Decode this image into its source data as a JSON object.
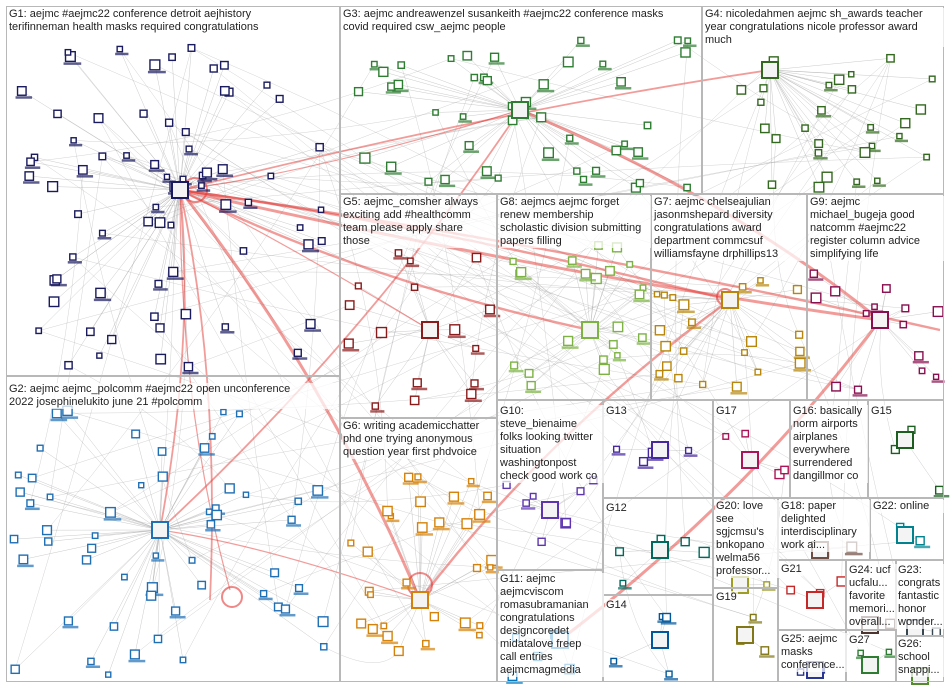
{
  "graph": {
    "colors": {
      "G1": "#1a1a5e",
      "G2": "#1f6fb5",
      "G3": "#2e7d32",
      "G4": "#33691e",
      "G5": "#8b1a1a",
      "G6": "#d4820a",
      "G7": "#b8860b",
      "G8": "#7cb342",
      "G9": "#880e4f",
      "G10": "#5e35b1",
      "G11": "#0277bd",
      "G12": "#00695c",
      "G13": "#4527a0",
      "G14": "#01579b",
      "G15": "#1b5e20",
      "G16": "#e65100",
      "G17": "#ad1457",
      "G18": "#6d4c41",
      "G19": "#827717",
      "G20": "#9e9d24",
      "G21": "#c62828",
      "G22": "#00838f",
      "G23": "#37474f",
      "G24": "#4e342e",
      "G25": "#283593",
      "G26": "#558b2f",
      "G27": "#2e7d32",
      "edge_light": "#9e9e9e",
      "edge_strong": "#e53935"
    },
    "groups": [
      {
        "id": "G1",
        "label": "G1: aejmc #aejmc22 conference detroit aejhistory\nterifinneman health masks required congratulations"
      },
      {
        "id": "G2",
        "label": "G2: aejmc aejmc_polcomm #aejmc22 open unconference\n2022 josephinelukito june 21 #polcomm"
      },
      {
        "id": "G3",
        "label": "G3: aejmc andreawenzel susankeith #aejmc22 conference masks\ncovid required csw_aejmc people"
      },
      {
        "id": "G4",
        "label": "G4: nicoledahmen aejmc sh_awards teacher\nyear congratulations nicole professor award\nmuch"
      },
      {
        "id": "G5",
        "label": "G5: aejmc_comsher always\nexciting add #healthcomm\nteam please apply share\nthose"
      },
      {
        "id": "G6",
        "label": "G6: writing academicchatter\nphd one trying anonymous\nquestion year first phdvoice"
      },
      {
        "id": "G7",
        "label": "G7: aejmc chelseajulian\njasonmshepard diversity\ncongratulations award\ndepartment commcsuf\nwilliamsfayne drphillips13"
      },
      {
        "id": "G8",
        "label": "G8: aejmcs aejmc forget\nrenew membership\nscholastic division submitting\npapers filling"
      },
      {
        "id": "G9",
        "label": "G9: aejmc\nmichael_bugeja good\nnatcomm #aejmc22\nregister column advice\nsimplifying life"
      },
      {
        "id": "G10",
        "label": "G10:\nsteve_bienaime\nfolks looking twitter\nsituation\nwashingtonpost\ncheck good work co"
      },
      {
        "id": "G11",
        "label": "G11: aejmc\naejmcviscom\nromasubramanian\ncongratulations\ndesigncoredet\nmidatalove freep\ncall entries\naejmcmagmedia"
      },
      {
        "id": "G12",
        "label": "G12"
      },
      {
        "id": "G13",
        "label": "G13"
      },
      {
        "id": "G14",
        "label": "G14"
      },
      {
        "id": "G15",
        "label": "G15"
      },
      {
        "id": "G16",
        "label": "G16: basically\nnorm airports\nairplanes\neverywhere\nsurrendered\ndangillmor co"
      },
      {
        "id": "G17",
        "label": "G17"
      },
      {
        "id": "G18",
        "label": "G18: paper\ndelighted\ninterdisciplinary\nwork ai..."
      },
      {
        "id": "G19",
        "label": "G19"
      },
      {
        "id": "G20",
        "label": "G20: love\nsee\nsgjcmsu's\nbnkopano\nwelma56\nprofessor..."
      },
      {
        "id": "G21",
        "label": "G21"
      },
      {
        "id": "G22",
        "label": "G22: online"
      },
      {
        "id": "G23",
        "label": "G23:\ncongrats\nfantastic\nhonor\nwonder..."
      },
      {
        "id": "G24",
        "label": "G24: ucf\nucfalu...\nfavorite\nmemori...\noverall..."
      },
      {
        "id": "G25",
        "label": "G25: aejmc\nmasks\nconference..."
      },
      {
        "id": "G26",
        "label": "G26:\nschool\nsnappi..."
      },
      {
        "id": "G27",
        "label": "G27"
      }
    ]
  }
}
